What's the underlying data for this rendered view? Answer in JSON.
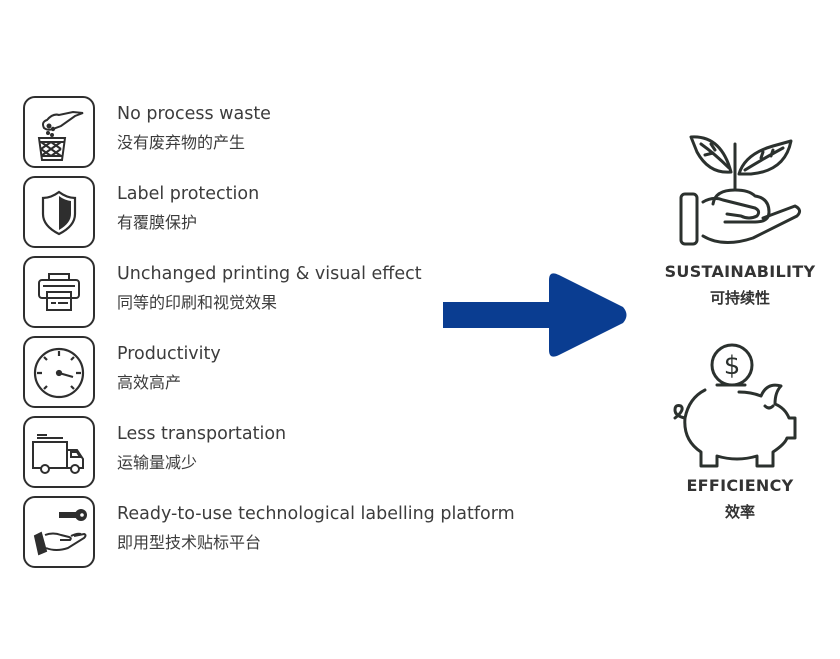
{
  "benefits": [
    {
      "icon": "waste-bin-icon",
      "en": "No process waste",
      "zh": "没有废弃物的产生"
    },
    {
      "icon": "shield-icon",
      "en": "Label protection",
      "zh": "有覆膜保护"
    },
    {
      "icon": "printer-icon",
      "en": "Unchanged printing & visual effect",
      "zh": "同等的印刷和视觉效果"
    },
    {
      "icon": "speedometer-icon",
      "en": "Productivity",
      "zh": "高效高产"
    },
    {
      "icon": "truck-icon",
      "en": "Less transportation",
      "zh": "运输量减少"
    },
    {
      "icon": "hand-key-icon",
      "en": "Ready-to-use technological labelling platform",
      "zh": "即用型技术贴标平台"
    }
  ],
  "arrow": {
    "icon": "right-arrow-icon",
    "color": "#0a3d91"
  },
  "outcomes": [
    {
      "icon": "hand-plant-icon",
      "en": "SUSTAINABILITY",
      "zh": "可持续性"
    },
    {
      "icon": "piggy-bank-icon",
      "en": "EFFICIENCY",
      "zh": "效率"
    }
  ]
}
